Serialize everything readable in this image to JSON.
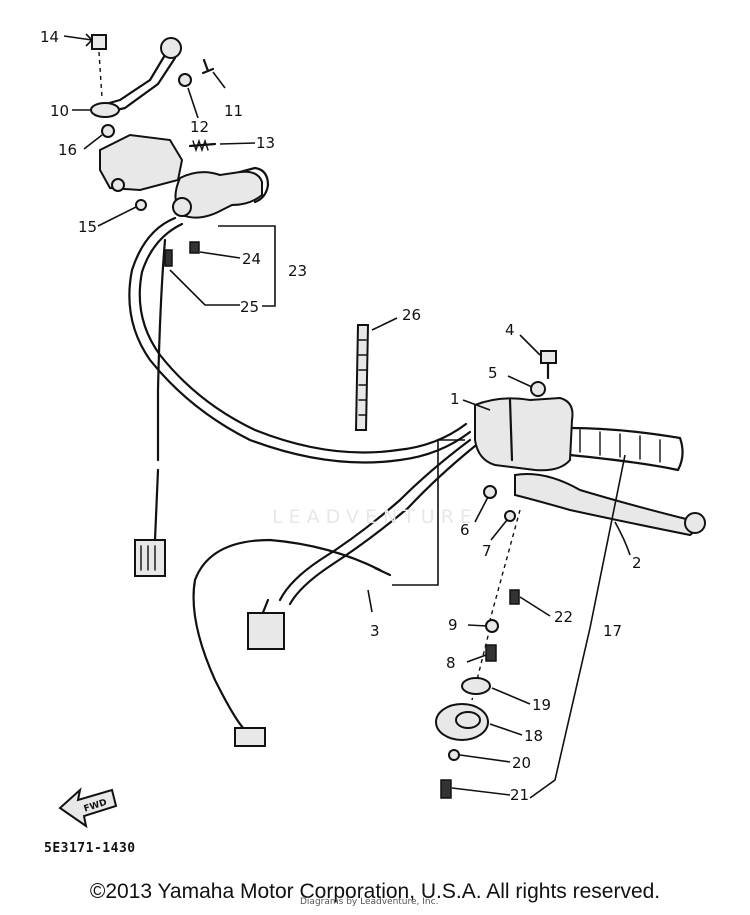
{
  "callouts": {
    "c1": "1",
    "c2": "2",
    "c3": "3",
    "c4": "4",
    "c5": "5",
    "c6": "6",
    "c7": "7",
    "c8": "8",
    "c9": "9",
    "c10": "10",
    "c11": "11",
    "c12": "12",
    "c13": "13",
    "c14": "14",
    "c15": "15",
    "c16": "16",
    "c17": "17",
    "c18": "18",
    "c19": "19",
    "c20": "20",
    "c21": "21",
    "c22": "22",
    "c23": "23",
    "c24": "24",
    "c25": "25",
    "c26": "26"
  },
  "fwd_label": "FWD",
  "reference_code": "5E3171-1430",
  "copyright": "©2013 Yamaha Motor Corporation, U.S.A. All rights reserved.",
  "watermark": "LEADVENTURE",
  "watermark_small": "Diagrams by Leadventure, Inc."
}
